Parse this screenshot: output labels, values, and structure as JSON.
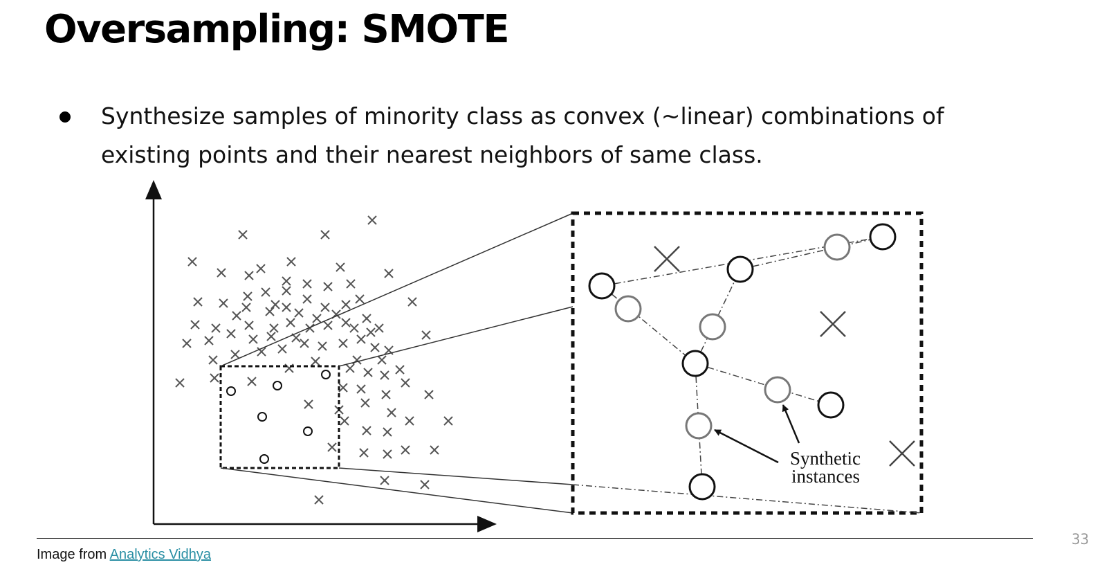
{
  "slide": {
    "title": "Oversampling: SMOTE",
    "bullets": [
      "Synthesize samples of minority class as convex (~linear) combinations of existing points and their nearest neighbors of same class."
    ],
    "page_number": "33"
  },
  "figure": {
    "callout_line1": "Synthetic",
    "callout_line2": "instances"
  },
  "footer": {
    "credit_prefix": "Image from ",
    "credit_link": "Analytics Vidhya"
  },
  "colors": {
    "text": "#111111",
    "link": "#2a8fa4",
    "page_number": "#9a9a9a"
  }
}
